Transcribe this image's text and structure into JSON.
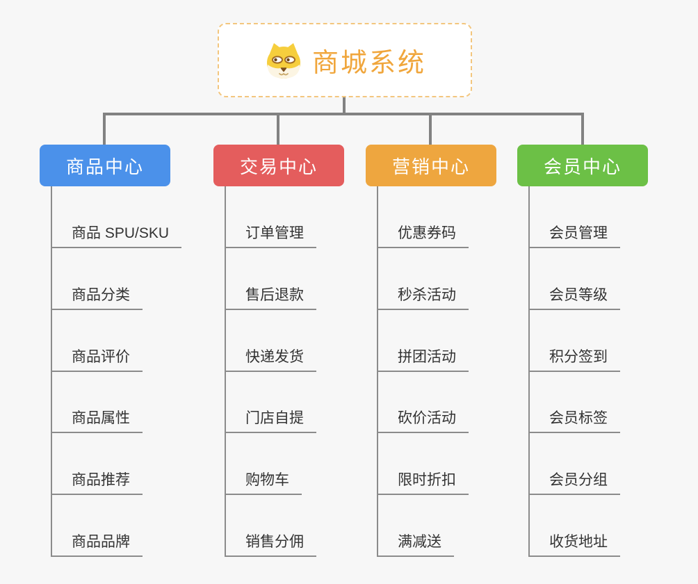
{
  "root": {
    "title": "商城系统",
    "icon": "shiba-dog-icon",
    "title_color": "#f0a63c",
    "border_color": "#f3c67e"
  },
  "branches": [
    {
      "label": "商品中心",
      "color": "#4b91ea",
      "items": [
        "商品 SPU/SKU",
        "商品分类",
        "商品评价",
        "商品属性",
        "商品推荐",
        "商品品牌"
      ]
    },
    {
      "label": "交易中心",
      "color": "#e45d5d",
      "items": [
        "订单管理",
        "售后退款",
        "快递发货",
        "门店自提",
        "购物车",
        "销售分佣"
      ]
    },
    {
      "label": "营销中心",
      "color": "#eea63f",
      "items": [
        "优惠券码",
        "秒杀活动",
        "拼团活动",
        "砍价活动",
        "限时折扣",
        "满减送"
      ]
    },
    {
      "label": "会员中心",
      "color": "#6cc046",
      "items": [
        "会员管理",
        "会员等级",
        "积分签到",
        "会员标签",
        "会员分组",
        "收货地址"
      ]
    }
  ],
  "colors": {
    "background": "#f7f7f7",
    "connector": "#828282",
    "item_line": "#8b8b8b",
    "item_text": "#333333",
    "header_text": "#ffffff"
  }
}
